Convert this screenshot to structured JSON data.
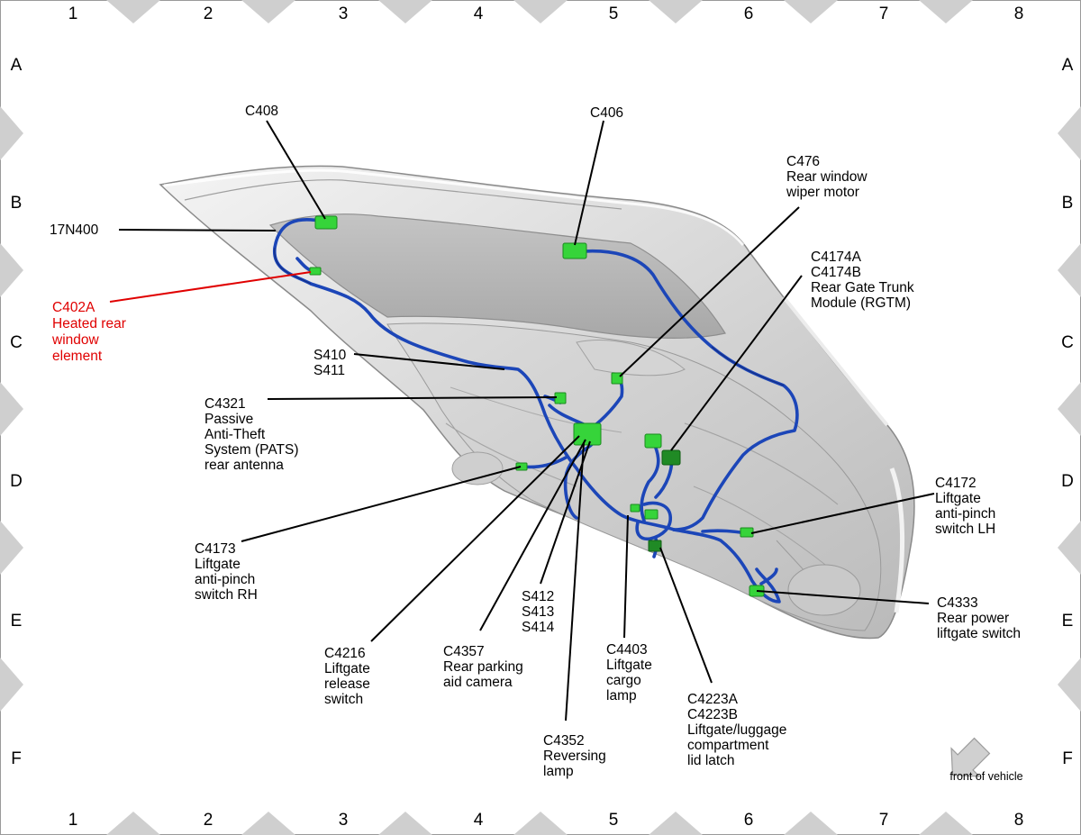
{
  "grid": {
    "columns": [
      "1",
      "2",
      "3",
      "4",
      "5",
      "6",
      "7",
      "8"
    ],
    "rows": [
      "A",
      "B",
      "C",
      "D",
      "E",
      "F"
    ]
  },
  "callouts": {
    "c408": "C408",
    "c406": "C406",
    "n17n400": "17N400",
    "c476": [
      "C476",
      "Rear window",
      "wiper motor"
    ],
    "c4174": [
      "C4174A",
      "C4174B",
      "Rear Gate Trunk",
      "Module (RGTM)"
    ],
    "c402a": [
      "C402A",
      "Heated rear",
      "window",
      "element"
    ],
    "s410": [
      "S410",
      "S411"
    ],
    "c4321": [
      "C4321",
      "Passive",
      "Anti-Theft",
      "System (PATS)",
      "rear antenna"
    ],
    "c4172": [
      "C4172",
      "Liftgate",
      "anti-pinch",
      "switch LH"
    ],
    "c4173": [
      "C4173",
      "Liftgate",
      "anti-pinch",
      "switch RH"
    ],
    "s412": [
      "S412",
      "S413",
      "S414"
    ],
    "c4333": [
      "C4333",
      "Rear power",
      "liftgate switch"
    ],
    "c4216": [
      "C4216",
      "Liftgate",
      "release",
      "switch"
    ],
    "c4357": [
      "C4357",
      "Rear parking",
      "aid camera"
    ],
    "c4403": [
      "C4403",
      "Liftgate",
      "cargo",
      "lamp"
    ],
    "c4223": [
      "C4223A",
      "C4223B",
      "Liftgate/luggage",
      "compartment",
      "lid latch"
    ],
    "c4352": [
      "C4352",
      "Reversing",
      "lamp"
    ]
  },
  "orientation": {
    "label": "front of vehicle",
    "icon": "arrow-icon"
  },
  "colors": {
    "harness": "#1c46b8",
    "connector": "#36d43a",
    "highlight_text": "#e00000",
    "frame_marker": "#cfcfcf"
  }
}
